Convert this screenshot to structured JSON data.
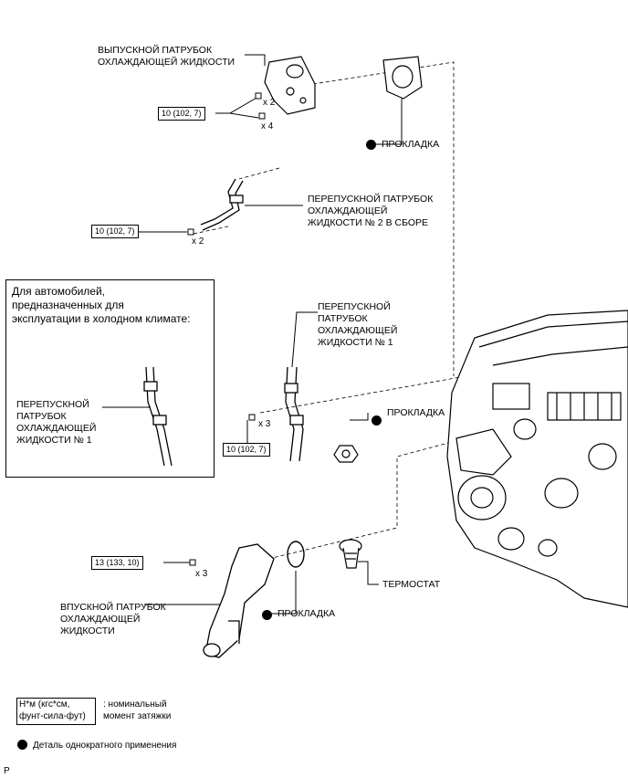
{
  "labels": {
    "outlet": [
      "ВЫПУСКНОЙ ПАТРУБОК",
      "ОХЛАЖДАЮЩЕЙ ЖИДКОСТИ"
    ],
    "gasket": "ПРОКЛАДКА",
    "bypass2": [
      "ПЕРЕПУСКНОЙ ПАТРУБОК",
      "ОХЛАЖДАЮЩЕЙ",
      "ЖИДКОСТИ № 2 В СБОРЕ"
    ],
    "bypass1": [
      "ПЕРЕПУСКНОЙ",
      "ПАТРУБОК",
      "ОХЛАЖДАЮЩЕЙ",
      "ЖИДКОСТИ № 1"
    ],
    "bypass1_box": [
      "ПЕРЕПУСКНОЙ",
      "ПАТРУБОК",
      "ОХЛАЖДАЮЩЕЙ",
      "ЖИДКОСТИ № 1"
    ],
    "thermostat": "ТЕРМОСТАТ",
    "inlet": [
      "ВПУСКНОЙ ПАТРУБОК",
      "ОХЛАЖДАЮЩЕЙ",
      "ЖИДКОСТИ"
    ]
  },
  "cold_climate_box": [
    "Для автомобилей,",
    "предназначенных для",
    "эксплуатации в холодном климате:"
  ],
  "torques": {
    "outlet": "10 (102, 7)",
    "bypass2": "10 (102, 7)",
    "bypass1": "10 (102, 7)",
    "inlet": "13 (133, 10)"
  },
  "quantities": {
    "outlet_a": "x 2",
    "outlet_b": "x 4",
    "bypass2": "x 2",
    "bypass1": "x 3",
    "inlet": "x 3"
  },
  "legend": {
    "torque_unit": [
      "Н*м (кгс*см,",
      "фунт-сила-фут)"
    ],
    "torque_desc": [
      ": номинальный",
      "момент затяжки"
    ],
    "nonreusable": "Деталь однократного применения"
  },
  "page_marker": "P"
}
